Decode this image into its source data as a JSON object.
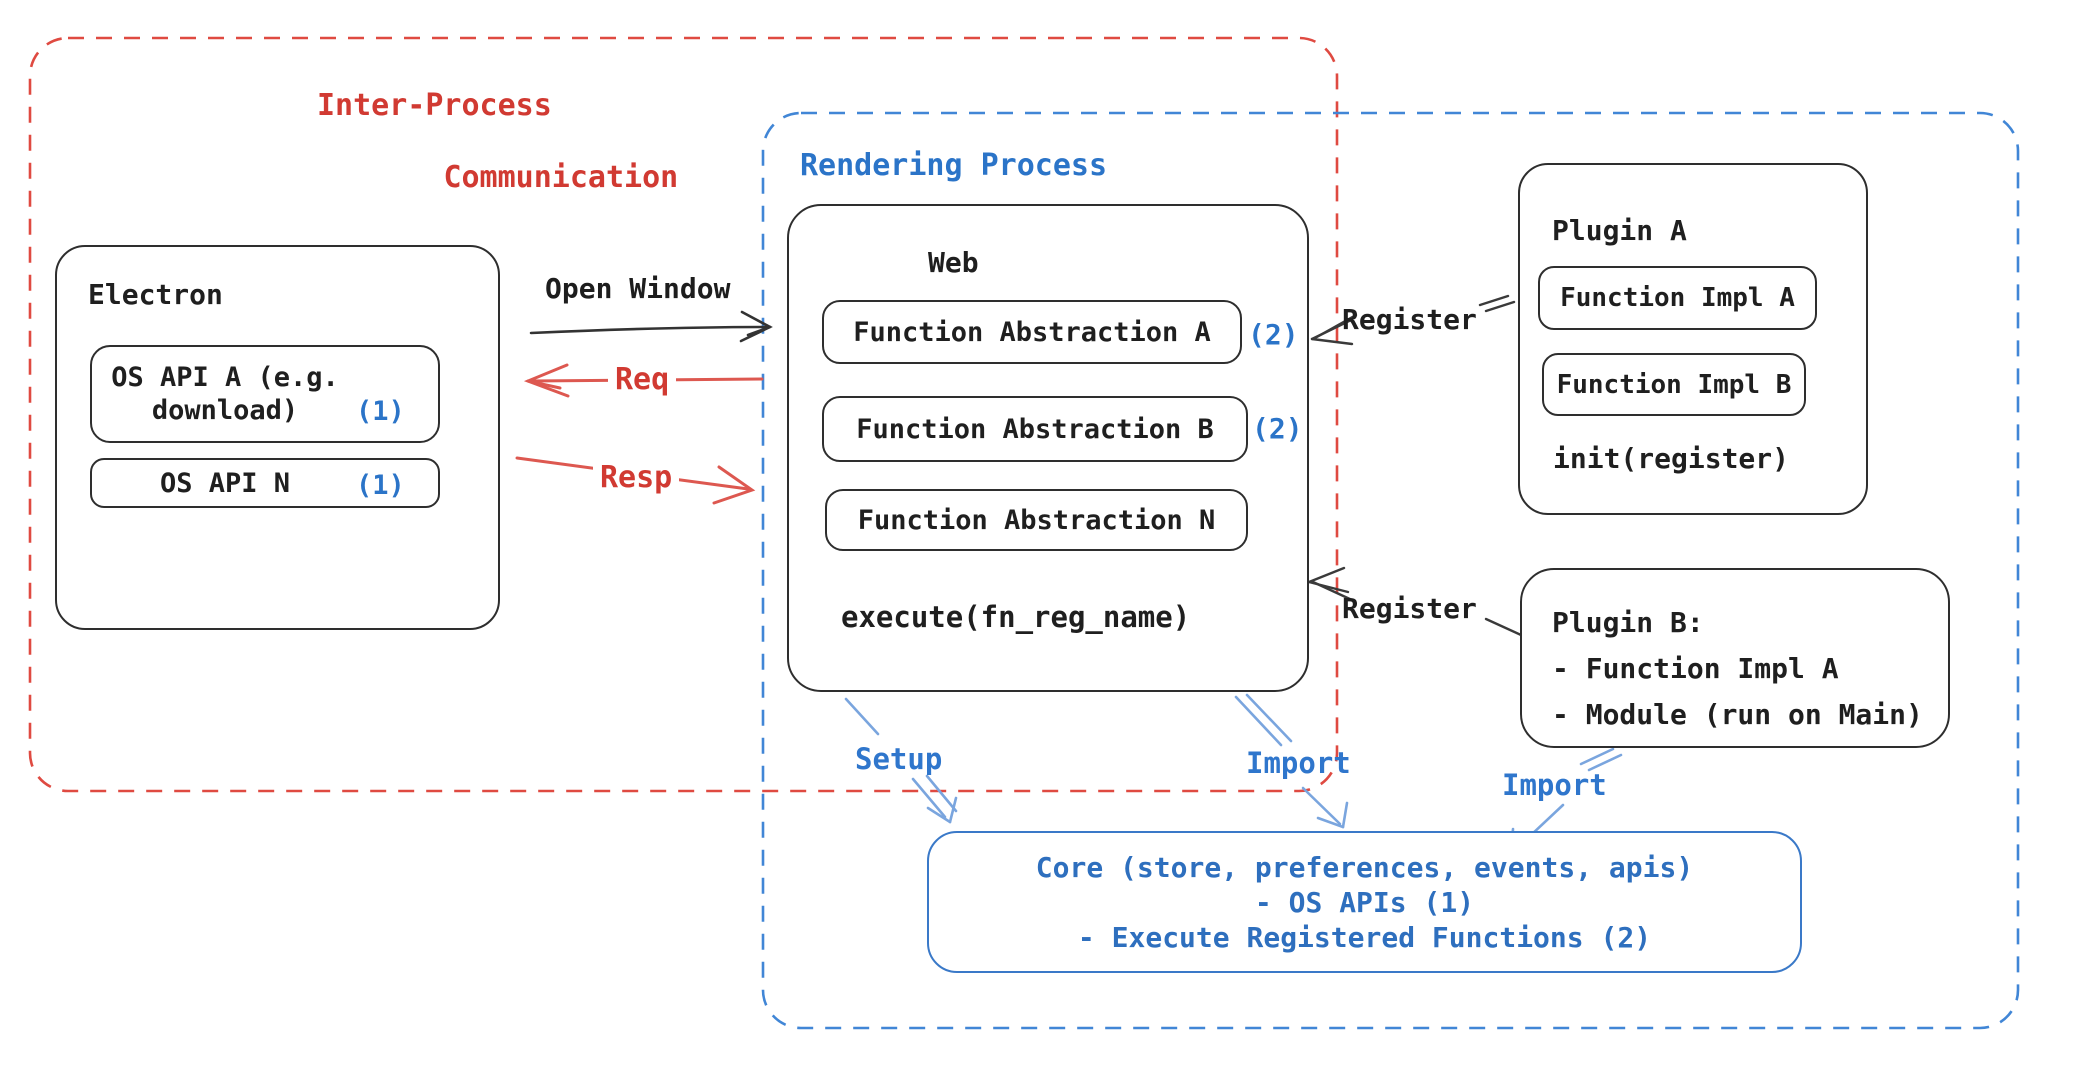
{
  "regions": {
    "ipc_line1": "Inter-Process",
    "ipc_line2": "Communication",
    "rendering": "Rendering Process"
  },
  "electron": {
    "title": "Electron",
    "api_a_line1": "OS API A (e.g.",
    "api_a_line2": "download)",
    "api_a_badge": "(1)",
    "api_n": "OS API N",
    "api_n_badge": "(1)"
  },
  "flows": {
    "open_window": "Open Window",
    "req": "Req",
    "resp": "Resp",
    "register_a": "Register",
    "register_b": "Register",
    "setup": "Setup",
    "import_web": "Import",
    "import_plugin_b": "Import"
  },
  "web": {
    "title": "Web",
    "fa_a": "Function Abstraction A",
    "fa_a_badge": "(2)",
    "fa_b": "Function Abstraction B",
    "fa_b_badge": "(2)",
    "fa_n": "Function Abstraction N",
    "execute": "execute(fn_reg_name)"
  },
  "plugin_a": {
    "title": "Plugin A",
    "impl_a": "Function Impl A",
    "impl_b": "Function Impl B",
    "init": "init(register)"
  },
  "plugin_b": {
    "title": "Plugin B:",
    "item_1": "- Function Impl A",
    "item_2": "- Module (run on Main)"
  },
  "core": {
    "line1": "Core (store, preferences, events, apis)",
    "line2": "- OS APIs (1)",
    "line3": "- Execute Registered Functions (2)"
  },
  "colors": {
    "region_red": "#df4a41",
    "region_blue": "#4186d6",
    "text_red": "#d13a32",
    "text_blue": "#2b74c8",
    "arrow_red": "#dd5850",
    "arrow_blue": "#7aa5de",
    "core_border": "#3a79c8",
    "ink": "#2e2e2e"
  }
}
